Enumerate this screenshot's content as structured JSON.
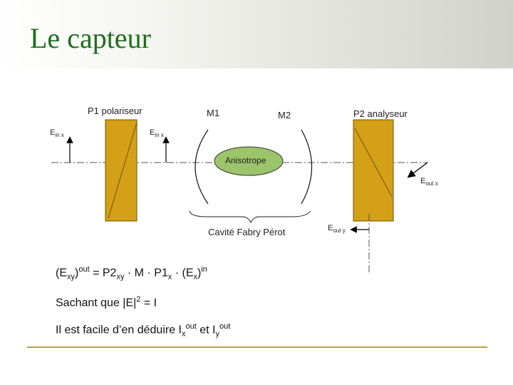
{
  "slide": {
    "title": "Le capteur"
  },
  "diagram": {
    "labels": {
      "p1": "P1 polariseur",
      "m1": "M1",
      "m2": "M2",
      "p2": "P2 analyseur",
      "cavity": "Cavité Fabry Pérot",
      "sample": "Anisotrope"
    },
    "fields": {
      "ein_left": {
        "main": "E",
        "sub": "in x"
      },
      "ein_mid": {
        "main": "E",
        "sub": "in x"
      },
      "eout_x": {
        "main": "E",
        "sub": "out x"
      },
      "eout_y": {
        "main": "E",
        "sub": "out y"
      }
    },
    "colors": {
      "polarizer": "#d4a017",
      "sample": "#9cc46a",
      "rule": "#b8a04a",
      "title": "#1e6e1e"
    }
  },
  "equations": {
    "eq1": {
      "open": "(E",
      "xy": "xy",
      "close": ")",
      "out": "out",
      "rhs1": " = P2",
      "rhs1_sub": "xy",
      "rhs2": " · M · P1",
      "rhs2_sub": "x",
      "rhs3": " · (E",
      "rhs3_sub": "x",
      "rhs4": ")",
      "rhs4_sup": "in"
    },
    "eq2": {
      "text": "Sachant que |E|",
      "sup": "2",
      "rest": " = I"
    },
    "eq3": {
      "text": "Il est facile d’en déduire I",
      "sub1": "x",
      "sup1": "out",
      "mid": " et I",
      "sub2": "y",
      "sup2": "out"
    }
  }
}
